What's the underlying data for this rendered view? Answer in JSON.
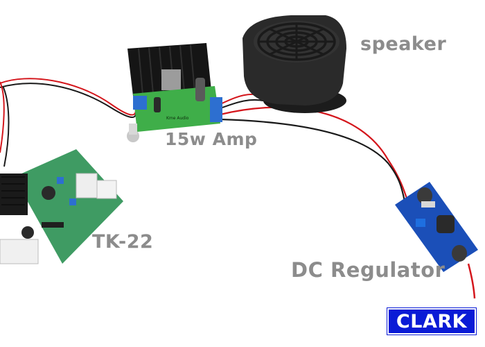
{
  "labels": {
    "speaker": "speaker",
    "amp": "15w Amp",
    "tk": "TK-22",
    "regulator": "DC Regulator"
  },
  "brand": {
    "text": "CLARK"
  },
  "amp_board_text": "Kme Audio",
  "colors": {
    "label_gray": "#8c8c8c",
    "brand_blue": "#0a1bd6",
    "wire_red": "#d4161c",
    "wire_black": "#1a1a1a",
    "amp_pcb": "#3fae49",
    "tk_pcb": "#3f9b63",
    "reg_pcb": "#1b4fb8",
    "speaker": "#2a2a2a"
  }
}
